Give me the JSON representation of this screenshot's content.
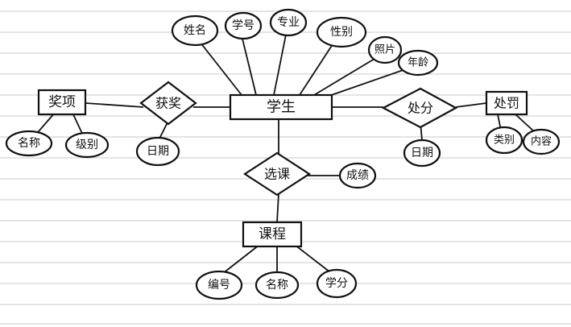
{
  "entities": {
    "student": "学生",
    "award": "奖项",
    "course": "课程",
    "discipline": "处罚"
  },
  "relationships": {
    "receives_award": "获奖",
    "selects_course": "选课",
    "punished": "处分"
  },
  "attributes": {
    "student_name": "姓名",
    "student_id": "学号",
    "major": "专业",
    "gender": "性别",
    "photo": "照片",
    "age": "年龄",
    "award_name": "名称",
    "award_level": "级别",
    "award_date": "日期",
    "punish_date": "日期",
    "score": "成绩",
    "course_id": "编号",
    "course_name": "名称",
    "credit": "学分",
    "discipline_category": "类别",
    "discipline_content": "内容"
  }
}
